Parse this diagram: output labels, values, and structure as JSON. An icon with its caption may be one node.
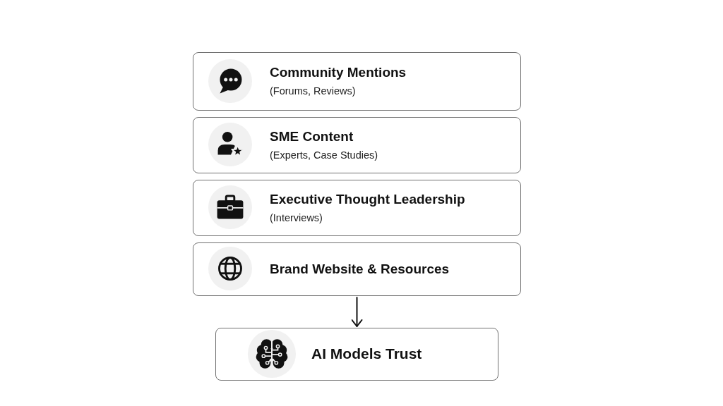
{
  "diagram": {
    "nodes": [
      {
        "text": [
          "Community Mentions",
          "(Forums, Reviews)"
        ]
      },
      {
        "text": [
          "SME Content",
          "(Experts, Case Studies)"
        ]
      },
      {
        "text": [
          "Executive Thought Leadership",
          "(Interviews)"
        ]
      },
      {
        "text": [
          "Brand Website & Resources"
        ]
      },
      {
        "text": [
          "AI Models Trust"
        ]
      }
    ],
    "edges": [
      {
        "from": 3,
        "to": 4,
        "arrow": "to"
      }
    ]
  }
}
